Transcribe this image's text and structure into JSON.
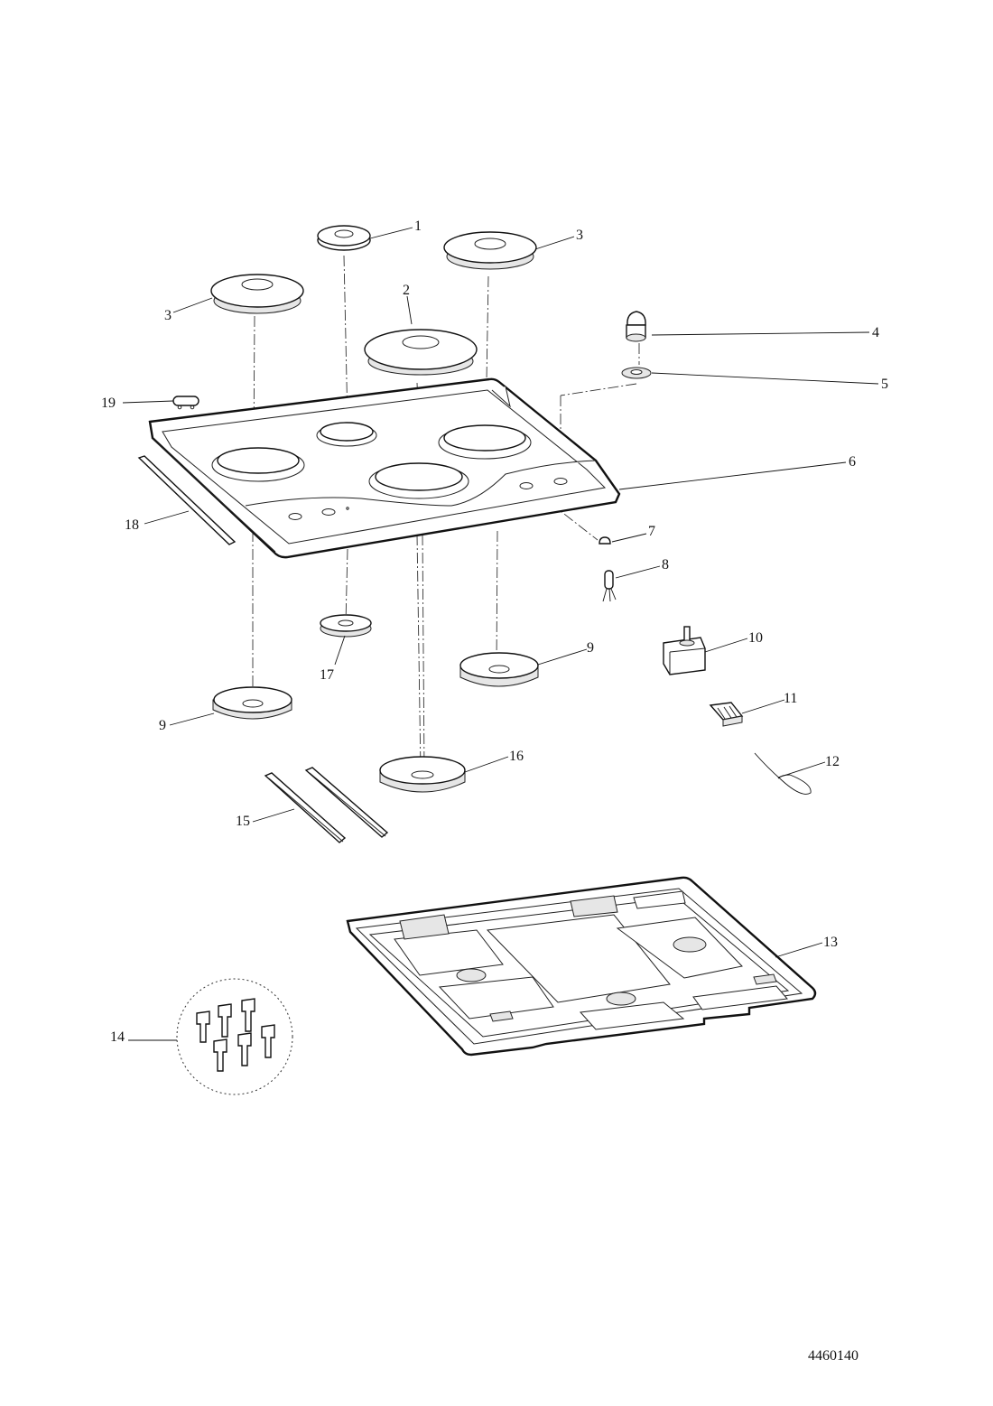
{
  "drawing_code": "4460140",
  "callouts": {
    "c1": "1",
    "c2": "2",
    "c3a": "3",
    "c3b": "3",
    "c4": "4",
    "c5": "5",
    "c6": "6",
    "c7": "7",
    "c8": "8",
    "c9a": "9",
    "c9b": "9",
    "c10": "10",
    "c11": "11",
    "c12": "12",
    "c13": "13",
    "c14": "14",
    "c15": "15",
    "c16": "16",
    "c17": "17",
    "c18": "18",
    "c19": "19"
  }
}
